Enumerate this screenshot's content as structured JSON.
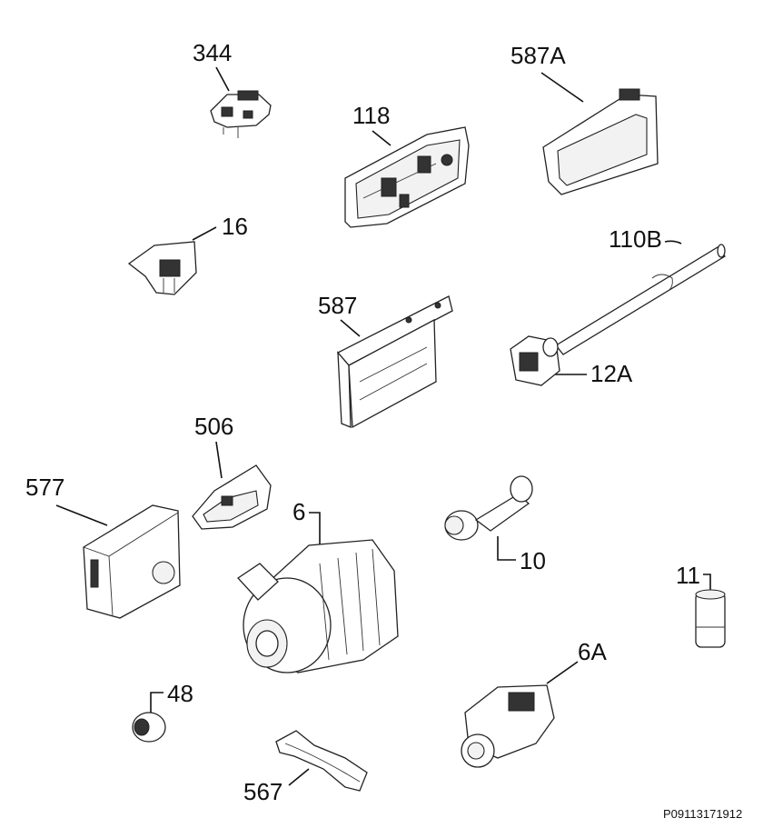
{
  "diagram": {
    "reference_code": "P09113171912",
    "parts": [
      {
        "id": "344"
      },
      {
        "id": "118"
      },
      {
        "id": "587A"
      },
      {
        "id": "16"
      },
      {
        "id": "110B"
      },
      {
        "id": "587"
      },
      {
        "id": "12A"
      },
      {
        "id": "506"
      },
      {
        "id": "577"
      },
      {
        "id": "6"
      },
      {
        "id": "10"
      },
      {
        "id": "11"
      },
      {
        "id": "48"
      },
      {
        "id": "6A"
      },
      {
        "id": "567"
      }
    ]
  }
}
